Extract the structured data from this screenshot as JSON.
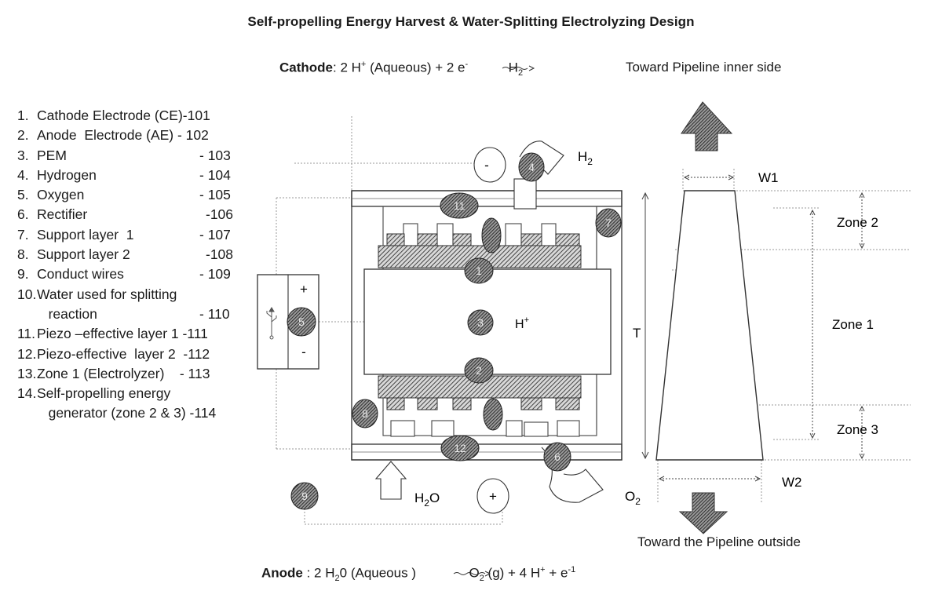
{
  "title": "Self-propelling Energy Harvest & Water-Splitting Electrolyzing  Design",
  "legend": [
    {
      "num": "1.",
      "text": "Cathode Electrode (CE)-101",
      "code": ""
    },
    {
      "num": "2.",
      "text": "Anode  Electrode (AE) - 102",
      "code": ""
    },
    {
      "num": "3.",
      "text": "PEM",
      "code": "- 103"
    },
    {
      "num": "4.",
      "text": "Hydrogen",
      "code": "- 104"
    },
    {
      "num": "5.",
      "text": "Oxygen",
      "code": "- 105"
    },
    {
      "num": "6.",
      "text": "Rectifier",
      "code": "-106"
    },
    {
      "num": "7.",
      "text": "Support layer  1",
      "code": "- 107"
    },
    {
      "num": "8.",
      "text": "Support layer 2",
      "code": "-108"
    },
    {
      "num": "9.",
      "text": "Conduct wires",
      "code": "- 109"
    },
    {
      "num": "10.",
      "text": "Water used for splitting",
      "code": ""
    },
    {
      "num": "",
      "text": "   reaction",
      "code": "- 110"
    },
    {
      "num": "11.",
      "text": "Piezo –effective layer 1 -111",
      "code": ""
    },
    {
      "num": "12.",
      "text": "Piezo-effective  layer 2  -112",
      "code": ""
    },
    {
      "num": "13.",
      "text": "Zone 1 (Electrolyzer)    - 113",
      "code": ""
    },
    {
      "num": "14.",
      "text": "Self-propelling energy",
      "code": ""
    },
    {
      "num": "",
      "text": "   generator (zone 2 & 3) -114",
      "code": ""
    }
  ],
  "cathode_eq": {
    "label": "Cathode",
    "pre": ":  2 H",
    "sup1": "+",
    "mid": " (Aqueous) +  2 e",
    "sup2": "-",
    "product": "H",
    "sub": "2"
  },
  "anode_eq": {
    "label": "Anode",
    "pre": " : 2 H",
    "sub1": "2",
    "mid": "0 (Aqueous )",
    "p1": "O",
    "sub2": "2",
    "p2": " (g)  +  4 H",
    "sup1": "+",
    "p3": "  + e",
    "sup2": "-1"
  },
  "toward_inner": "Toward Pipeline inner side",
  "toward_outer": "Toward the Pipeline outside",
  "zones": {
    "zone2": "Zone 2",
    "zone1": "Zone 1",
    "zone3": "Zone 3"
  },
  "dims": {
    "w1": "W1",
    "w2": "W2",
    "t": "T"
  },
  "species": {
    "h2": "H",
    "h2_sub": "2",
    "o2": "O",
    "o2_sub": "2",
    "h2o": "H",
    "h2o_sub": "2",
    "h2o_rest": "O",
    "hplus": "H",
    "hplus_sup": "+"
  },
  "terminals": {
    "minus": "-",
    "plus": "+",
    "batt_plus": "+",
    "batt_minus": "-"
  },
  "callouts": [
    "11",
    "4",
    "7",
    "1",
    "3",
    "2",
    "8",
    "12",
    "6",
    "9",
    "5"
  ]
}
